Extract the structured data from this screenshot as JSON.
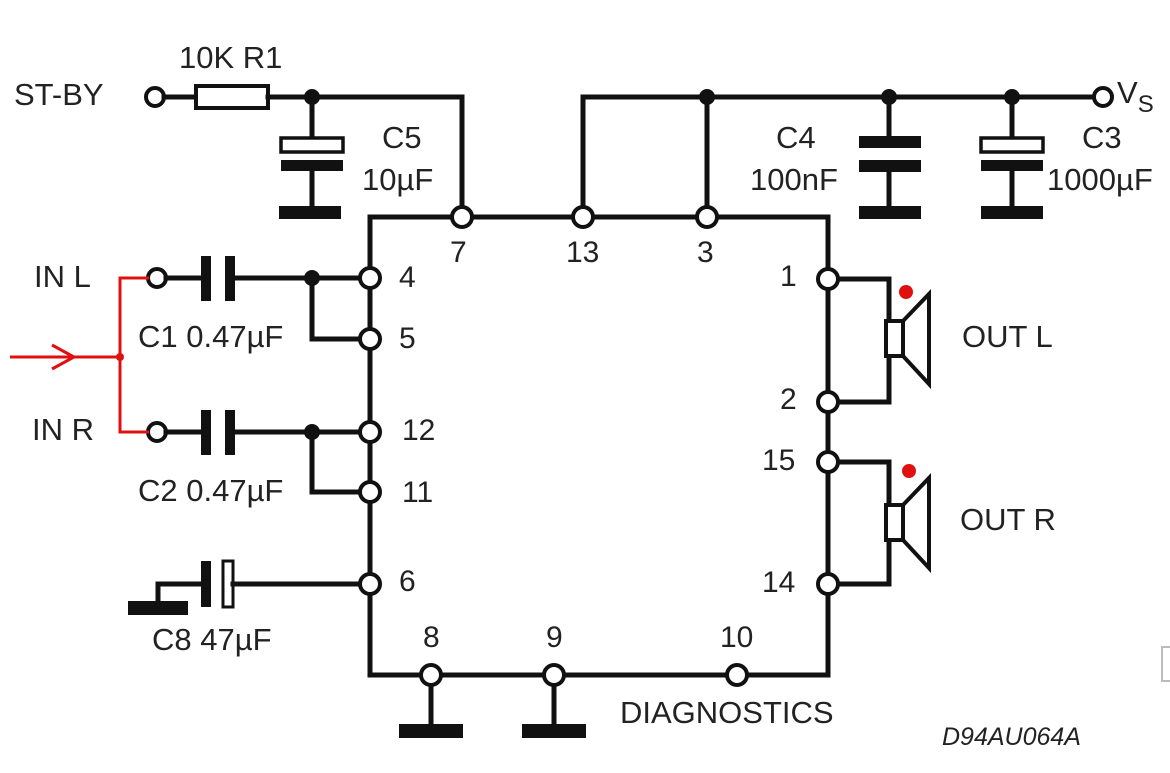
{
  "labels": {
    "st_by": "ST-BY",
    "r1": "10K R1",
    "c5_name": "C5",
    "c5_value": "10µF",
    "vs_main": "V",
    "vs_sub": "S",
    "c4_name": "C4",
    "c4_value": "100nF",
    "c3_name": "C3",
    "c3_value": "1000µF",
    "in_l": "IN L",
    "in_r": "IN R",
    "c1": "C1 0.47µF",
    "c2": "C2 0.47µF",
    "c8": "C8 47µF",
    "out_l": "OUT L",
    "out_r": "OUT R",
    "diagnostics": "DIAGNOSTICS",
    "drawing_code": "D94AU064A"
  },
  "pins": {
    "p1": "1",
    "p2": "2",
    "p3": "3",
    "p4": "4",
    "p5": "5",
    "p6": "6",
    "p7": "7",
    "p8": "8",
    "p9": "9",
    "p10": "10",
    "p11": "11",
    "p12": "12",
    "p13": "13",
    "p14": "14",
    "p15": "15"
  },
  "colors": {
    "wire": "#111111",
    "highlight": "#e01010",
    "speaker_dot": "#e01010"
  }
}
